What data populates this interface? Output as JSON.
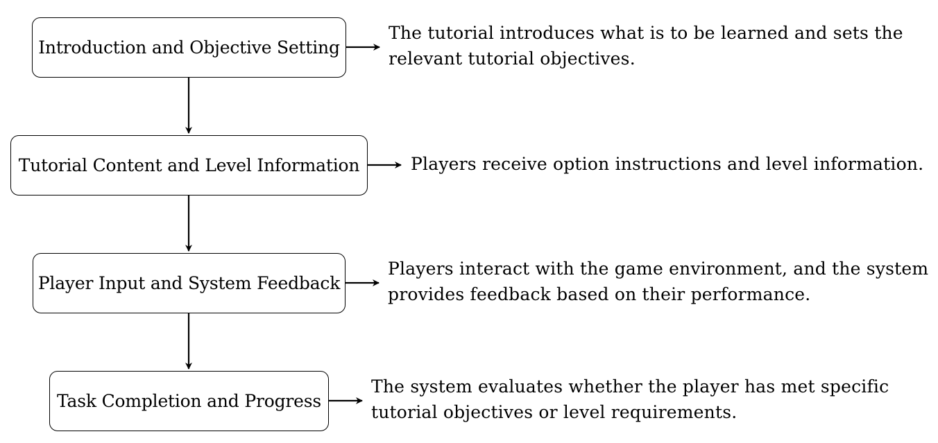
{
  "steps": [
    {
      "label": "Introduction and Objective Setting",
      "description": [
        "The tutorial introduces what is to be learned and sets the",
        "relevant tutorial objectives."
      ]
    },
    {
      "label": "Tutorial Content and Level Information",
      "description": [
        "Players receive option instructions and level information."
      ]
    },
    {
      "label": "Player Input and System Feedback",
      "description": [
        "Players interact with the game environment, and the system",
        "provides feedback based on their performance."
      ]
    },
    {
      "label": "Task Completion and Progress",
      "description": [
        "The system evaluates whether the player has met specific",
        "tutorial objectives or level requirements."
      ]
    }
  ]
}
